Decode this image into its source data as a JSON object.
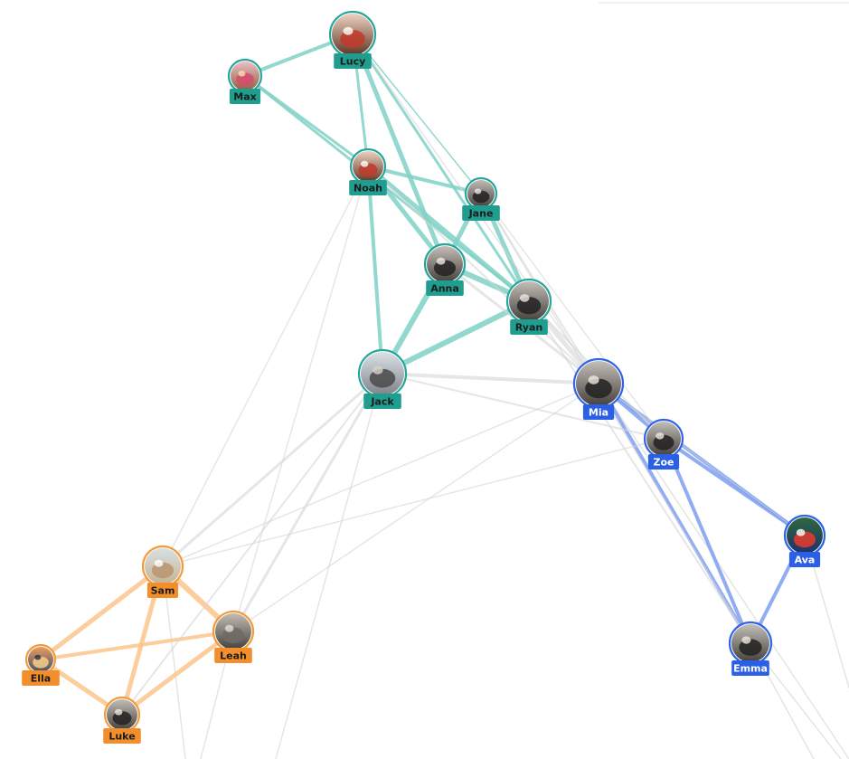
{
  "groups": {
    "teal": {
      "color": "#26a69a",
      "label_bg": "#1f9e8f",
      "edge": "#7fd1c7",
      "text": "#1b1b1b"
    },
    "blue": {
      "color": "#2f63e8",
      "label_bg": "#2b5fe6",
      "edge": "#7e9ff0",
      "text": "#ffffff"
    },
    "orange": {
      "color": "#f39a3b",
      "label_bg": "#f28f2c",
      "edge": "#fcc58c",
      "text": "#1b1b1b"
    }
  },
  "nodes": [
    {
      "id": "lucy",
      "label": "Lucy",
      "group": "teal",
      "photo": "cake-photo"
    },
    {
      "id": "max",
      "label": "Max",
      "group": "teal",
      "photo": "donut-photo"
    },
    {
      "id": "noah",
      "label": "Noah",
      "group": "teal",
      "photo": "cake-photo"
    },
    {
      "id": "jane",
      "label": "Jane",
      "group": "teal",
      "photo": "dog-photo"
    },
    {
      "id": "anna",
      "label": "Anna",
      "group": "teal",
      "photo": "dog-photo"
    },
    {
      "id": "ryan",
      "label": "Ryan",
      "group": "teal",
      "photo": "dog-photo"
    },
    {
      "id": "jack",
      "label": "Jack",
      "group": "teal",
      "photo": "wolf-photo"
    },
    {
      "id": "mia",
      "label": "Mia",
      "group": "blue",
      "photo": "dog-photo"
    },
    {
      "id": "zoe",
      "label": "Zoe",
      "group": "blue",
      "photo": "dog-photo"
    },
    {
      "id": "ava",
      "label": "Ava",
      "group": "blue",
      "photo": "soccer-photo"
    },
    {
      "id": "emma",
      "label": "Emma",
      "group": "blue",
      "photo": "dog-photo"
    },
    {
      "id": "sam",
      "label": "Sam",
      "group": "orange",
      "photo": "seal-photo"
    },
    {
      "id": "leah",
      "label": "Leah",
      "group": "orange",
      "photo": "landscape-photo"
    },
    {
      "id": "ella",
      "label": "Ella",
      "group": "orange",
      "photo": "sunset-photo"
    },
    {
      "id": "luke",
      "label": "Luke",
      "group": "orange",
      "photo": "dog-photo"
    }
  ],
  "edges": [
    {
      "source": "lucy",
      "target": "max",
      "group": "teal",
      "weight": 4
    },
    {
      "source": "lucy",
      "target": "noah",
      "group": "teal",
      "weight": 3
    },
    {
      "source": "lucy",
      "target": "anna",
      "group": "teal",
      "weight": 5
    },
    {
      "source": "lucy",
      "target": "ryan",
      "group": "teal",
      "weight": 3
    },
    {
      "source": "lucy",
      "target": "jane",
      "group": "teal",
      "weight": 1.5
    },
    {
      "source": "max",
      "target": "noah",
      "group": "teal",
      "weight": 3
    },
    {
      "source": "max",
      "target": "ryan",
      "group": "teal",
      "weight": 3
    },
    {
      "source": "noah",
      "target": "jane",
      "group": "teal",
      "weight": 4
    },
    {
      "source": "noah",
      "target": "anna",
      "group": "teal",
      "weight": 5
    },
    {
      "source": "noah",
      "target": "ryan",
      "group": "teal",
      "weight": 5
    },
    {
      "source": "noah",
      "target": "jack",
      "group": "teal",
      "weight": 4
    },
    {
      "source": "jane",
      "target": "anna",
      "group": "teal",
      "weight": 5
    },
    {
      "source": "jane",
      "target": "ryan",
      "group": "teal",
      "weight": 5
    },
    {
      "source": "anna",
      "target": "ryan",
      "group": "teal",
      "weight": 6
    },
    {
      "source": "anna",
      "target": "jack",
      "group": "teal",
      "weight": 6
    },
    {
      "source": "ryan",
      "target": "jack",
      "group": "teal",
      "weight": 6
    },
    {
      "source": "mia",
      "target": "zoe",
      "group": "blue",
      "weight": 4
    },
    {
      "source": "mia",
      "target": "ava",
      "group": "blue",
      "weight": 4
    },
    {
      "source": "mia",
      "target": "emma",
      "group": "blue",
      "weight": 4
    },
    {
      "source": "zoe",
      "target": "ava",
      "group": "blue",
      "weight": 4
    },
    {
      "source": "zoe",
      "target": "emma",
      "group": "blue",
      "weight": 4
    },
    {
      "source": "ava",
      "target": "emma",
      "group": "blue",
      "weight": 4
    },
    {
      "source": "sam",
      "target": "ella",
      "group": "orange",
      "weight": 5
    },
    {
      "source": "sam",
      "target": "leah",
      "group": "orange",
      "weight": 6
    },
    {
      "source": "sam",
      "target": "luke",
      "group": "orange",
      "weight": 5
    },
    {
      "source": "ella",
      "target": "leah",
      "group": "orange",
      "weight": 4
    },
    {
      "source": "ella",
      "target": "luke",
      "group": "orange",
      "weight": 5
    },
    {
      "source": "leah",
      "target": "luke",
      "group": "orange",
      "weight": 5
    },
    {
      "source": "ryan",
      "target": "mia",
      "group": "gray",
      "weight": 5
    },
    {
      "source": "jack",
      "target": "mia",
      "group": "gray",
      "weight": 4
    },
    {
      "source": "anna",
      "target": "mia",
      "group": "gray",
      "weight": 3
    },
    {
      "source": "jane",
      "target": "mia",
      "group": "gray",
      "weight": 2
    },
    {
      "source": "noah",
      "target": "mia",
      "group": "gray",
      "weight": 2
    },
    {
      "source": "lucy",
      "target": "mia",
      "group": "gray",
      "weight": 1.5
    },
    {
      "source": "ryan",
      "target": "zoe",
      "group": "gray",
      "weight": 2
    },
    {
      "source": "ryan",
      "target": "emma",
      "group": "gray",
      "weight": 2
    },
    {
      "source": "jane",
      "target": "emma",
      "group": "gray",
      "weight": 1.5
    },
    {
      "source": "jack",
      "target": "sam",
      "group": "gray",
      "weight": 3
    },
    {
      "source": "jack",
      "target": "leah",
      "group": "gray",
      "weight": 3
    },
    {
      "source": "jack",
      "target": "luke",
      "group": "gray",
      "weight": 2
    },
    {
      "source": "noah",
      "target": "sam",
      "group": "gray",
      "weight": 1.5
    },
    {
      "source": "noah",
      "target": "leah",
      "group": "gray",
      "weight": 1.5
    },
    {
      "source": "jack",
      "target": "zoe",
      "group": "gray",
      "weight": 2
    },
    {
      "source": "mia",
      "target": "sam",
      "group": "gray",
      "weight": 1.5
    },
    {
      "source": "zoe",
      "target": "sam",
      "group": "gray",
      "weight": 1.5
    },
    {
      "source": "mia",
      "target": "leah",
      "group": "gray",
      "weight": 1.5
    },
    {
      "source": "ava",
      "target": "mia",
      "group": "gray",
      "weight": 1
    },
    {
      "source": "jane",
      "target": "zoe",
      "group": "gray",
      "weight": 1.5
    }
  ]
}
